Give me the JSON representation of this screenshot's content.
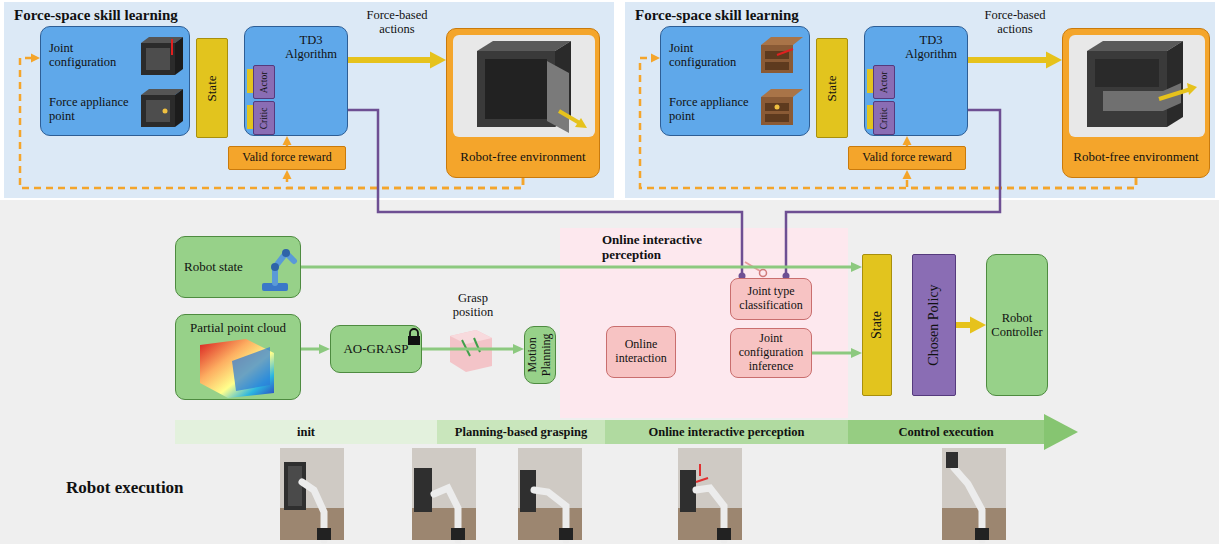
{
  "diagram": {
    "nodes": [
      {
        "text": [
          "Force-space skill learning"
        ]
      },
      {
        "text": [
          "Joint configuration",
          "Force appliance point"
        ],
        "in": 0
      },
      {
        "text": [
          "State"
        ],
        "in": 0
      },
      {
        "text": [
          "TD3 Algorithm"
        ],
        "in": 0
      },
      {
        "text": [
          "Actor"
        ],
        "in": 3
      },
      {
        "text": [
          "Critic"
        ],
        "in": 3
      },
      {
        "text": [
          "Robot-free environment"
        ],
        "in": 0
      },
      {
        "text": [
          "Valid force reward"
        ],
        "in": 0
      },
      {
        "text": [
          "Force-space skill learning"
        ]
      },
      {
        "text": [
          "Joint configuration",
          "Force appliance point"
        ],
        "in": 8
      },
      {
        "text": [
          "State"
        ],
        "in": 8
      },
      {
        "text": [
          "TD3 Algorithm"
        ],
        "in": 8
      },
      {
        "text": [
          "Actor"
        ],
        "in": 11
      },
      {
        "text": [
          "Critic"
        ],
        "in": 11
      },
      {
        "text": [
          "Robot-free environment"
        ],
        "in": 8
      },
      {
        "text": [
          "Valid force reward"
        ],
        "in": 8
      },
      {
        "text": [
          "Robot state"
        ]
      },
      {
        "text": [
          "Partial point cloud"
        ]
      },
      {
        "text": [
          "AO-GRASP"
        ]
      },
      {
        "text": [
          "Motion Planning"
        ]
      },
      {
        "text": [
          "Online interactive perception"
        ]
      },
      {
        "text": [
          "Online interaction"
        ],
        "in": 20
      },
      {
        "text": [
          "Joint type classification"
        ],
        "in": 20
      },
      {
        "text": [
          "Joint configuration inference"
        ],
        "in": 20
      },
      {
        "text": [
          "State"
        ]
      },
      {
        "text": [
          "Chosen Policy"
        ]
      },
      {
        "text": [
          "Robot Controller"
        ]
      },
      {
        "text": [
          "init"
        ]
      },
      {
        "text": [
          "Planning-based grasping"
        ]
      },
      {
        "text": [
          "Online interactive perception"
        ]
      },
      {
        "text": [
          "Control execution"
        ]
      }
    ],
    "edges": [
      {
        "from": 3,
        "to": 6,
        "arrow": "to",
        "label": "Force-based actions"
      },
      {
        "from": 6,
        "to": 1,
        "arrow": "to"
      },
      {
        "from": 6,
        "to": 7,
        "arrow": "to"
      },
      {
        "from": 7,
        "to": 3,
        "arrow": "to"
      },
      {
        "from": 11,
        "to": 14,
        "arrow": "to",
        "label": "Force-based actions"
      },
      {
        "from": 14,
        "to": 9,
        "arrow": "to"
      },
      {
        "from": 14,
        "to": 15,
        "arrow": "to"
      },
      {
        "from": 15,
        "to": 11,
        "arrow": "to"
      },
      {
        "from": 3,
        "to": 22,
        "arrow": "none"
      },
      {
        "from": 11,
        "to": 22,
        "arrow": "none"
      },
      {
        "from": 16,
        "to": 24,
        "arrow": "to"
      },
      {
        "from": 17,
        "to": 18,
        "arrow": "to"
      },
      {
        "from": 18,
        "to": 19,
        "arrow": "to",
        "label": "Grasp position"
      },
      {
        "from": 23,
        "to": 24,
        "arrow": "to"
      },
      {
        "from": 25,
        "to": 26,
        "arrow": "to"
      }
    ],
    "labels": [
      "Robot execution"
    ]
  }
}
